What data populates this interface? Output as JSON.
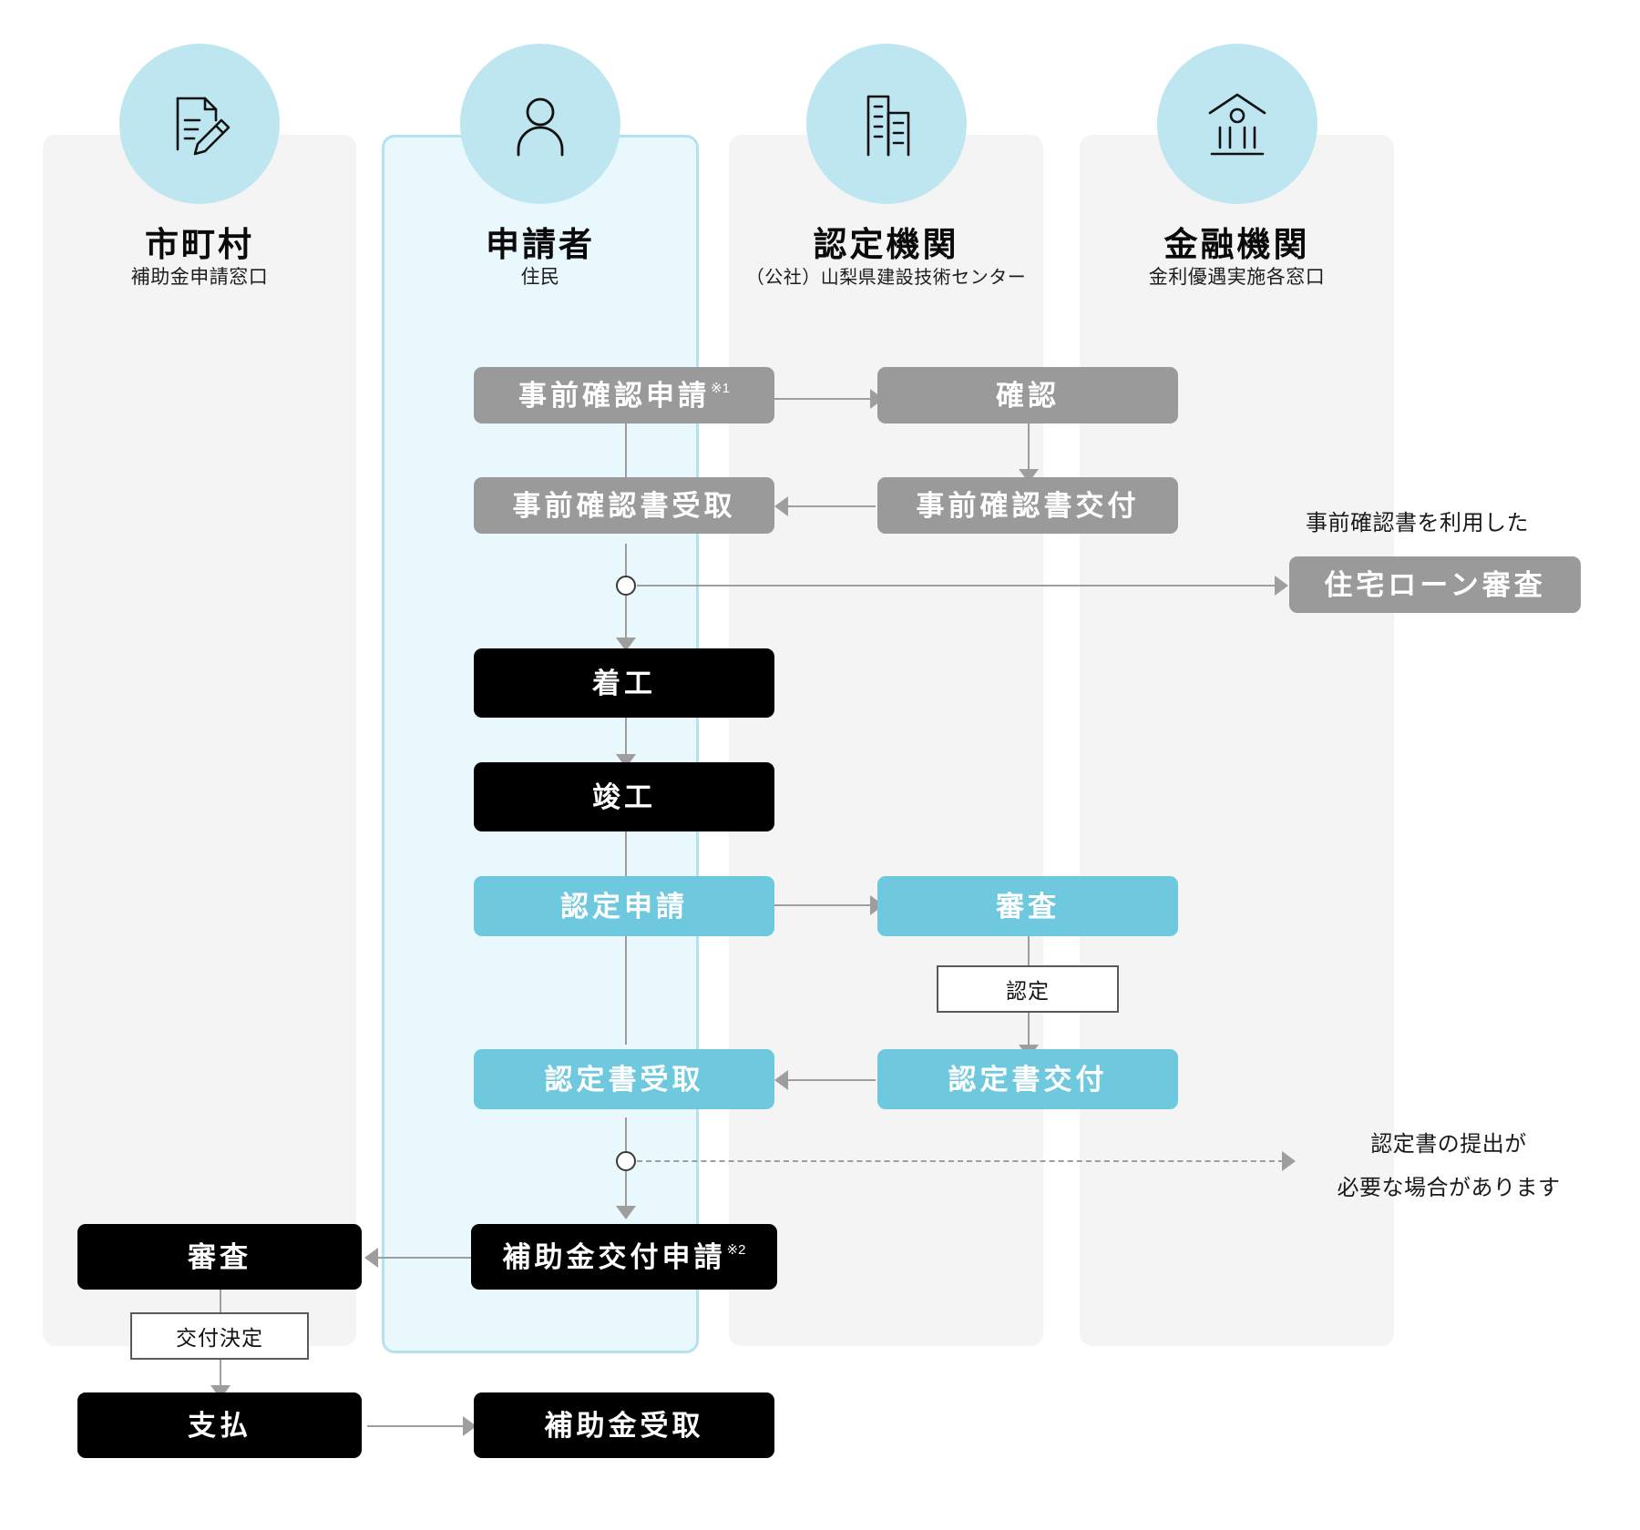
{
  "columns": [
    {
      "id": "municipality",
      "title": "市町村",
      "subtitle": "補助金申請窓口",
      "icon": "document-pen-icon"
    },
    {
      "id": "applicant",
      "title": "申請者",
      "subtitle": "住民",
      "icon": "person-icon"
    },
    {
      "id": "certifier",
      "title": "認定機関",
      "subtitle": "（公社）山梨県建設技術センター",
      "icon": "building-icon"
    },
    {
      "id": "bank",
      "title": "金融機関",
      "subtitle": "金利優遇実施各窓口",
      "icon": "bank-icon"
    }
  ],
  "steps": {
    "pre_application": {
      "label": "事前確認申請",
      "note": "※1",
      "style": "grey",
      "column": "applicant"
    },
    "confirm": {
      "label": "確認",
      "style": "grey",
      "column": "certifier"
    },
    "pre_cert_receive": {
      "label": "事前確認書受取",
      "style": "grey",
      "column": "applicant"
    },
    "pre_cert_issue": {
      "label": "事前確認書交付",
      "style": "grey",
      "column": "certifier"
    },
    "loan_review": {
      "label": "住宅ローン審査",
      "style": "grey",
      "column": "bank"
    },
    "start_construction": {
      "label": "着工",
      "style": "black",
      "column": "applicant"
    },
    "complete_construction": {
      "label": "竣工",
      "style": "black",
      "column": "applicant"
    },
    "cert_application": {
      "label": "認定申請",
      "style": "cyan",
      "column": "applicant"
    },
    "examination_cert": {
      "label": "審査",
      "style": "cyan",
      "column": "certifier"
    },
    "cert_receive": {
      "label": "認定書受取",
      "style": "cyan",
      "column": "applicant"
    },
    "cert_issue": {
      "label": "認定書交付",
      "style": "cyan",
      "column": "certifier"
    },
    "subsidy_application": {
      "label": "補助金交付申請",
      "note": "※2",
      "style": "black",
      "column": "applicant"
    },
    "examination_subsidy": {
      "label": "審査",
      "style": "black",
      "column": "municipality"
    },
    "payment": {
      "label": "支払",
      "style": "black",
      "column": "municipality"
    },
    "subsidy_receive": {
      "label": "補助金受取",
      "style": "black",
      "column": "applicant"
    }
  },
  "chips": {
    "certification_decision": "認定",
    "grant_decision": "交付決定"
  },
  "annotations": {
    "loan_note": "事前確認書を利用した",
    "cert_submit_line1": "認定書の提出が",
    "cert_submit_line2": "必要な場合があります"
  },
  "colors": {
    "accent_cyan": "#6fc9de",
    "circle_fill": "#bde6f0",
    "lane_grey": "#f4f4f4",
    "lane_applicant": "#e9f8fc",
    "lane_applicant_border": "#b3e3ef",
    "box_grey": "#9a9a9a",
    "box_black": "#000000",
    "connector": "#9e9e9e"
  }
}
